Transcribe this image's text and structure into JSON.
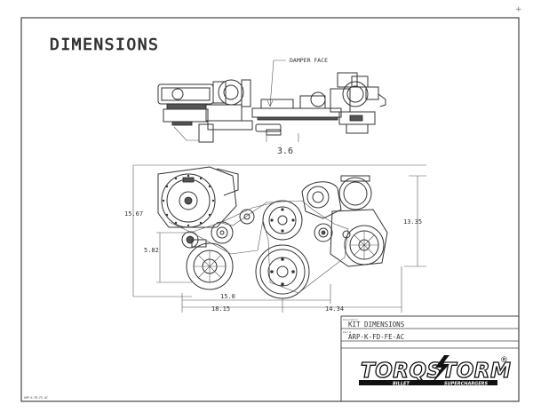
{
  "sheet": {
    "title": "DIMENSIONS",
    "corner_mark": "+",
    "footer_code": "ARP-K-FD-FE-AC"
  },
  "top_view": {
    "callout": "DAMPER FACE",
    "offset_dimension": "3.6"
  },
  "front_view": {
    "dimensions": {
      "overall_height_left": "15.67",
      "overall_height_right": "13.35",
      "lower_height_left": "5.82",
      "inner_width": "15.0",
      "left_width": "18.15",
      "right_width": "14.34"
    }
  },
  "title_block": {
    "description_label": "Description",
    "description_value": "KIT DIMENSIONS",
    "part_label": "Part #",
    "part_value": "ARP-K-FD-FE-AC"
  },
  "brand": {
    "wordmark_top": "TORQSTORM",
    "wordmark_left": "BILLET",
    "wordmark_right": "SUPERCHARGERS",
    "registered": "®",
    "accent_color": "#111111"
  }
}
